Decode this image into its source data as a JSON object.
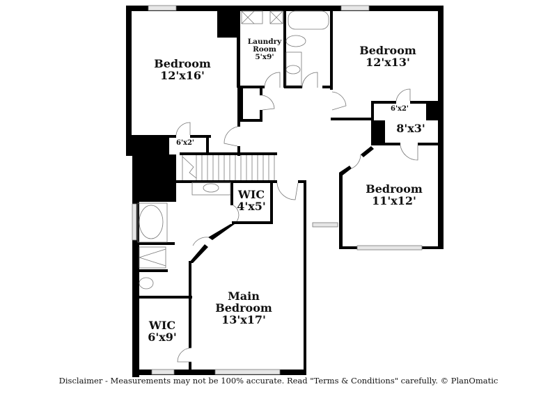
{
  "rooms": [
    {
      "id": "bedroom-1",
      "name": "Bedroom",
      "size": "12'x16'"
    },
    {
      "id": "laundry",
      "name": "Laundry Room",
      "name_line1": "Laundry",
      "name_line2": "Room",
      "size": "5'x9'"
    },
    {
      "id": "bedroom-2",
      "name": "Bedroom",
      "size": "12'x13'"
    },
    {
      "id": "closet-bedroom-2",
      "name": "",
      "size": "6'x2'"
    },
    {
      "id": "closet-hall",
      "name": "",
      "size": "8'x3'"
    },
    {
      "id": "closet-bedroom-1",
      "name": "",
      "size": "6'x2'"
    },
    {
      "id": "bedroom-3",
      "name": "Bedroom",
      "size": "11'x12'"
    },
    {
      "id": "wic-small",
      "name": "WIC",
      "size": "4'x5'"
    },
    {
      "id": "main-bedroom",
      "name": "Main Bedroom",
      "name_line1": "Main",
      "name_line2": "Bedroom",
      "size": "13'x17'"
    },
    {
      "id": "wic-main",
      "name": "WIC",
      "size": "6'x9'"
    }
  ],
  "disclaimer": "Disclaimer - Measurements may not be 100% accurate. Read \"Terms & Conditions\" carefully. © PlanOmatic",
  "colors": {
    "wall": "#000000",
    "background": "#ffffff",
    "window": "#d8d8d8",
    "fixture": "#888888"
  }
}
